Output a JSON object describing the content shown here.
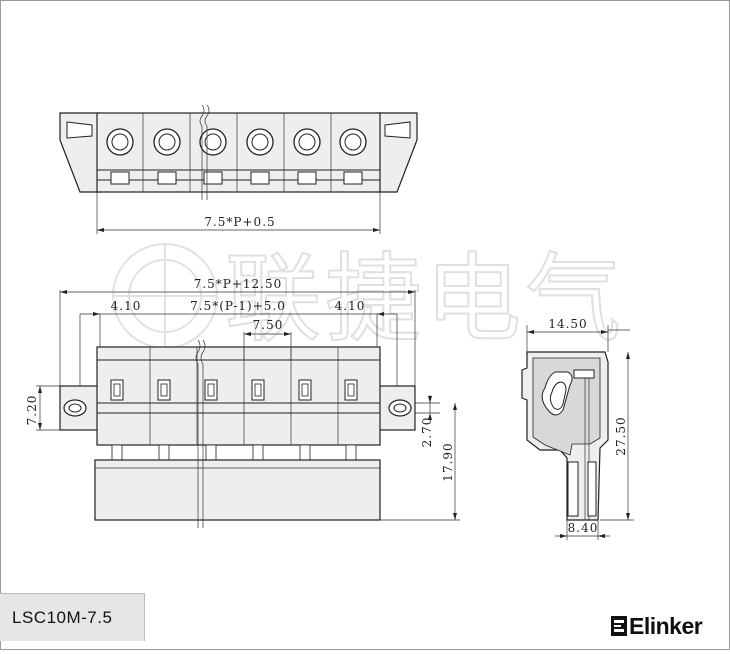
{
  "drawing": {
    "watermark": "联捷电气",
    "top_view": {
      "overall_dim": "7.5*P+0.5"
    },
    "front_view": {
      "overall_dim": "7.5*P+12.50",
      "span_dim": "7.5*(P-1)+5.0",
      "left_ear_dim": "4.10",
      "right_ear_dim": "4.10",
      "pitch_dim": "7.50",
      "ear_height_dim": "7.20",
      "offset_dim": "2.70",
      "height_dim": "17.90"
    },
    "side_view": {
      "width_dim": "14.50",
      "height_dim": "27.50",
      "base_dim": "8.40"
    }
  },
  "model": "LSC10M-7.5",
  "brand": "Elinker",
  "colors": {
    "line": "#222222",
    "fill": "#eeeeee",
    "model_box": "#e6e6e6"
  }
}
